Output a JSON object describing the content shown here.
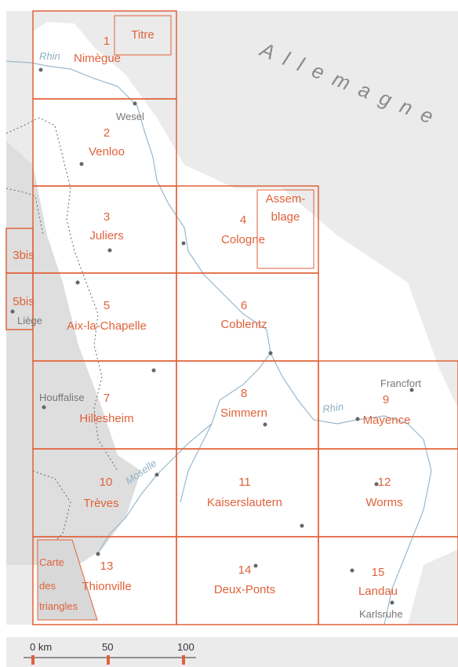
{
  "country_label": "Allemagne",
  "rivers": {
    "rhin_north": "Rhin",
    "rhin_south": "Rhin",
    "moselle": "Moselle"
  },
  "sheets": {
    "s1": {
      "number": "1",
      "name": "Nimègue"
    },
    "s2": {
      "number": "2",
      "name": "Venloo"
    },
    "s3": {
      "number": "3",
      "name": "Juliers"
    },
    "s3bis": {
      "name": "3bis"
    },
    "s4": {
      "number": "4",
      "name": "Cologne"
    },
    "s5": {
      "number": "5",
      "name": "Aix-la-Chapelle"
    },
    "s5bis": {
      "name": "5bis"
    },
    "s6": {
      "number": "6",
      "name": "Coblentz"
    },
    "s7": {
      "number": "7",
      "name": "Hillesheim"
    },
    "s8": {
      "number": "8",
      "name": "Simmern"
    },
    "s9": {
      "number": "9",
      "name": "Mayence"
    },
    "s10": {
      "number": "10",
      "name": "Trèves"
    },
    "s11": {
      "number": "11",
      "name": "Kaiserslautern"
    },
    "s12": {
      "number": "12",
      "name": "Worms"
    },
    "s13": {
      "number": "13",
      "name": "Thionville"
    },
    "s14": {
      "number": "14",
      "name": "Deux-Ponts"
    },
    "s15": {
      "number": "15",
      "name": "Landau"
    }
  },
  "insets": {
    "titre": "Titre",
    "assemblage_1": "Assem-",
    "assemblage_2": "blage",
    "triangles_1": "Carte",
    "triangles_2": "des",
    "triangles_3": "triangles"
  },
  "cities": {
    "wesel": "Wesel",
    "liege": "Liège",
    "houffalise": "Houffalise",
    "francfort": "Francfort",
    "karlsruhe": "Karlsruhe"
  },
  "scale": {
    "labels": [
      "0 km",
      "50",
      "100"
    ],
    "values_km": [
      0,
      50,
      100
    ]
  },
  "colors": {
    "sheet_lines": "#e0623a",
    "land_grey": "#ebebeb",
    "dark_grey": "#dcdcdc",
    "river": "#9ab8cc"
  }
}
